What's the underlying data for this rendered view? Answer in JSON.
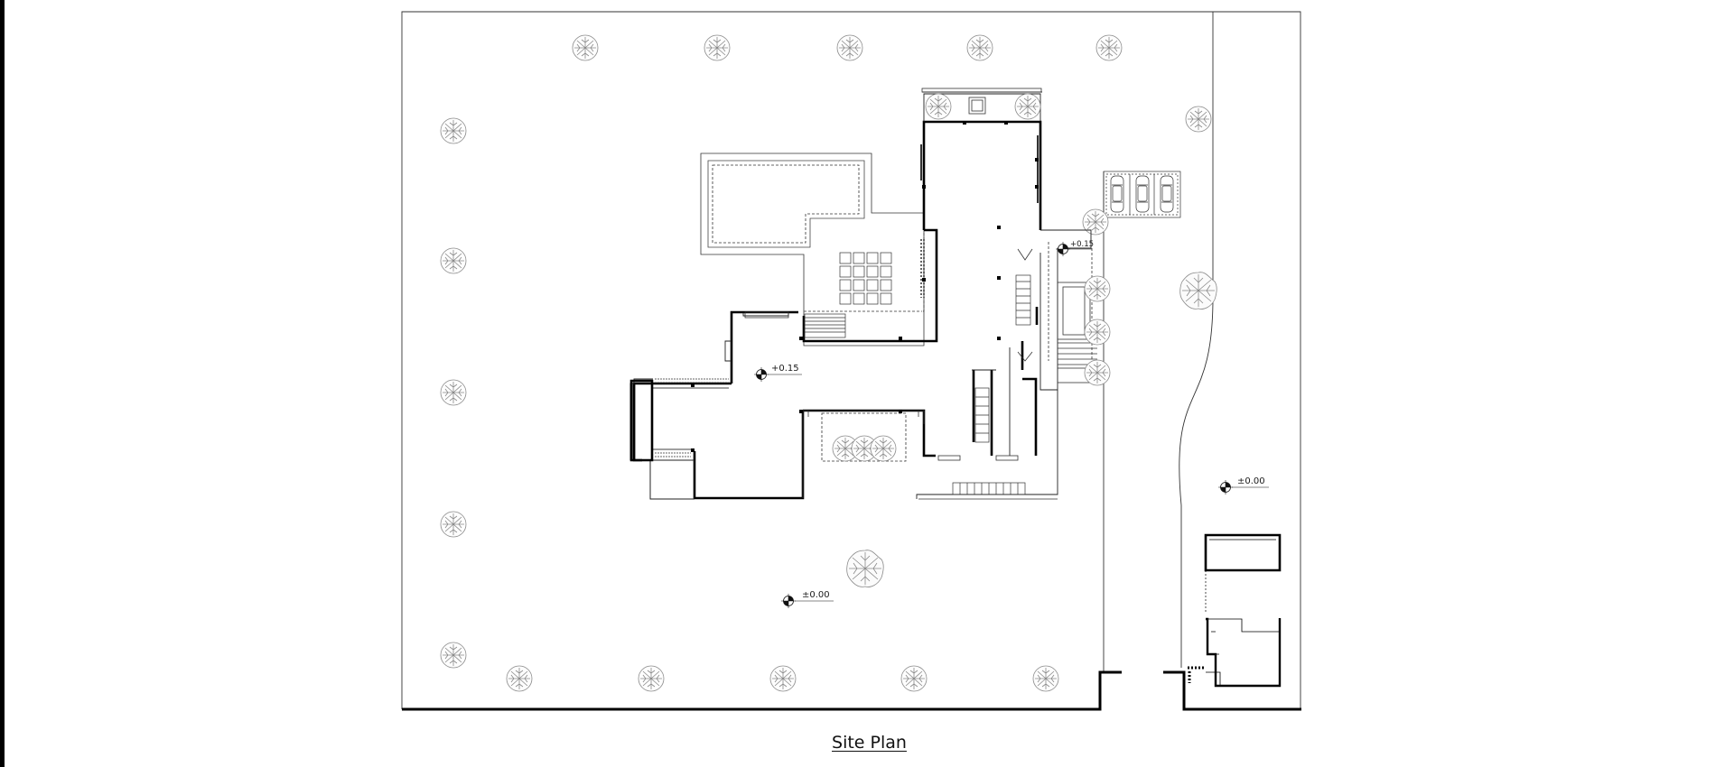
{
  "drawing": {
    "title": "Site Plan",
    "levels": {
      "entry": "+0.15",
      "interior": "+0.15",
      "driveway": "±0.00",
      "garden": "±0.00"
    }
  },
  "colors": {
    "background": "#ffffff",
    "frame": "#000000",
    "line": "#111111",
    "tree": "#8a8a8a"
  },
  "icons": {
    "tree": "tree-symbol-icon",
    "level_marker": "level-marker-icon",
    "car": "car-icon"
  }
}
